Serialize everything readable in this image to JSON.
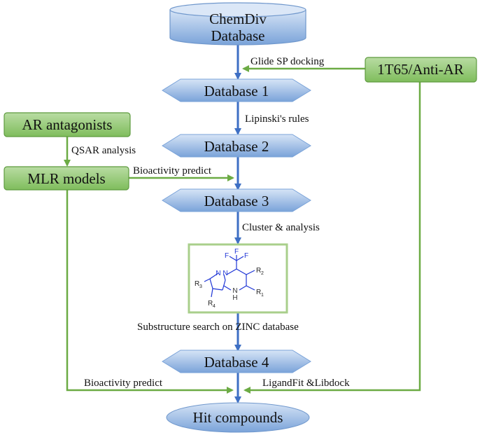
{
  "colors": {
    "db_fill_top": "#c9dcf3",
    "db_fill_bottom": "#7ea6da",
    "db_stroke": "#6f97cc",
    "green_fill": "#8cc46b",
    "green_stroke": "#5e9b3f",
    "green_line": "#6cab44",
    "blue_line": "#3e6fc4",
    "structure_ring": "#1e35d6"
  },
  "nodes": {
    "chemdiv": {
      "line1": "ChemDiv",
      "line2": "Database"
    },
    "db1": "Database 1",
    "db2": "Database 2",
    "db3": "Database 3",
    "db4": "Database 4",
    "hits": "Hit compounds",
    "target": "1T65/Anti-AR",
    "antagonists": "AR antagonists",
    "mlr": "MLR models"
  },
  "edges": {
    "glide": "Glide SP docking",
    "lipinski": "Lipinski's rules",
    "qsar": "QSAR analysis",
    "bioactivity1": "Bioactivity predict",
    "cluster": "Cluster & analysis",
    "substructure": "Substructure search on ZINC database",
    "bioactivity2": "Bioactivity predict",
    "ligandfit": "LigandFit &Libdock"
  },
  "structure": {
    "f_top": "F",
    "f_left": "F",
    "f_right": "F",
    "n_ring": "N",
    "n_bridge": "N",
    "nh": "N",
    "nh_h": "H",
    "r1": "R",
    "r1_sub": "1",
    "r2": "R",
    "r2_sub": "2",
    "r3": "R",
    "r3_sub": "3",
    "r4": "R",
    "r4_sub": "4"
  }
}
